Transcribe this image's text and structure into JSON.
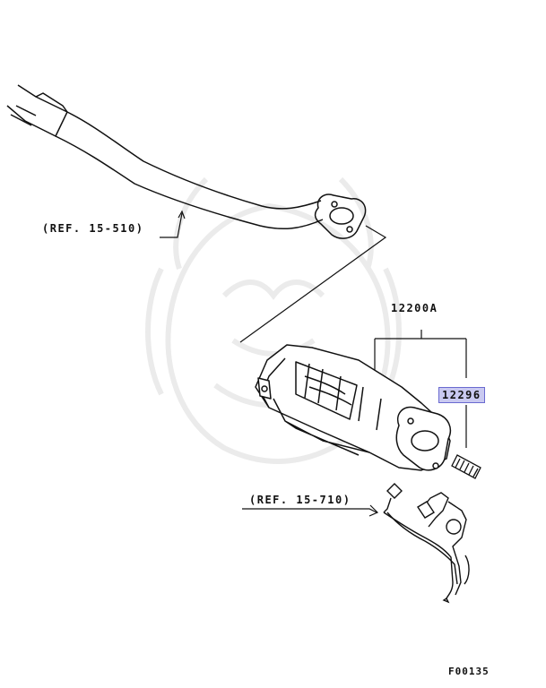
{
  "labels": {
    "ref_upper": "(REF. 15-510)",
    "ref_lower": "(REF. 15-710)",
    "part_assembly": "12200A",
    "part_highlight": "12296",
    "figure_code": "F00135"
  },
  "colors": {
    "line": "#111111",
    "highlight_fill": "#c9c9f0",
    "highlight_border": "#6a6ad0",
    "watermark": "#ebebeb"
  }
}
